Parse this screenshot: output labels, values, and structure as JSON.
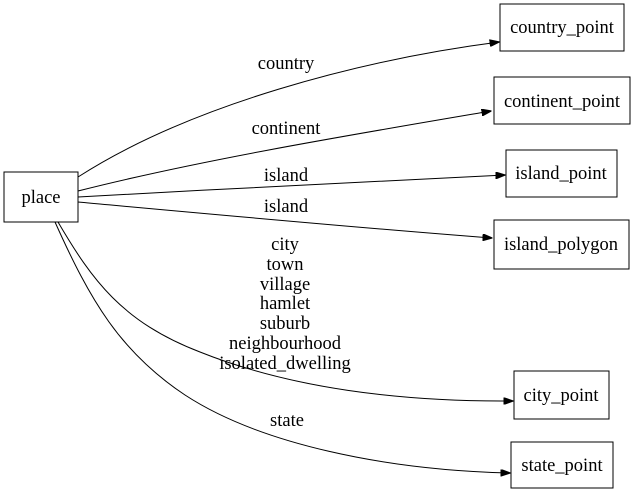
{
  "diagram": {
    "type": "directed-graph",
    "direction": "left-to-right",
    "background_color": "#ffffff",
    "node_fill_color": "#ffffff",
    "node_border_color": "#000000",
    "edge_color": "#000000",
    "text_color": "#000000"
  },
  "nodes": [
    {
      "id": "place",
      "label": "place"
    },
    {
      "id": "country_point",
      "label": "country_point"
    },
    {
      "id": "continent_point",
      "label": "continent_point"
    },
    {
      "id": "island_point",
      "label": "island_point"
    },
    {
      "id": "island_polygon",
      "label": "island_polygon"
    },
    {
      "id": "city_point",
      "label": "city_point"
    },
    {
      "id": "state_point",
      "label": "state_point"
    }
  ],
  "edges": [
    {
      "from": "place",
      "to": "country_point",
      "label": "country"
    },
    {
      "from": "place",
      "to": "continent_point",
      "label": "continent"
    },
    {
      "from": "place",
      "to": "island_point",
      "label": "island"
    },
    {
      "from": "place",
      "to": "island_polygon",
      "label": "island"
    },
    {
      "from": "place",
      "to": "city_point",
      "label_lines": [
        "city",
        "town",
        "village",
        "hamlet",
        "suburb",
        "neighbourhood",
        "isolated_dwelling"
      ]
    },
    {
      "from": "place",
      "to": "state_point",
      "label": "state"
    }
  ]
}
